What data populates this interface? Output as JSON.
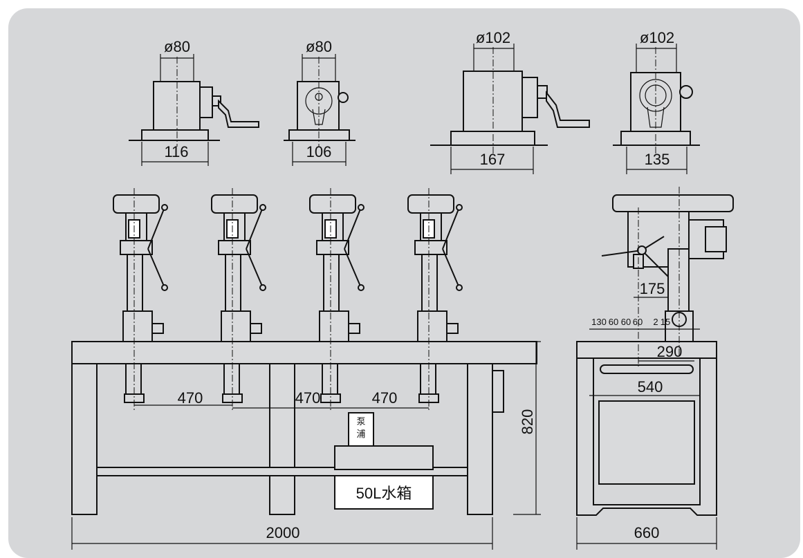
{
  "dimensions": {
    "top_views": [
      {
        "diameter": "ø80",
        "base": "116"
      },
      {
        "diameter": "ø80",
        "base": "106"
      },
      {
        "diameter": "ø102",
        "base": "167"
      },
      {
        "diameter": "ø102",
        "base": "135"
      }
    ],
    "spacing_1": "470",
    "spacing_2": "470",
    "spacing_3": "470",
    "table_length": "2000",
    "table_height": "820",
    "side_width": "660",
    "side_table": "540",
    "side_column": "290",
    "side_arm": "175",
    "slot_spacing": [
      "130",
      "60",
      "60",
      "60",
      "2",
      "15"
    ]
  },
  "labels": {
    "pump_char_1": "泵",
    "pump_char_2": "浦",
    "water_tank": "50L水箱"
  },
  "colors": {
    "panel_background": "#d6d7d9",
    "line": "#111111"
  }
}
